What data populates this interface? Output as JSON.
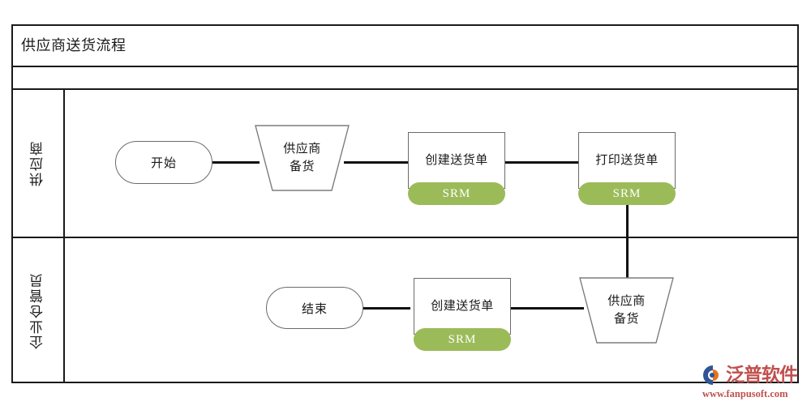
{
  "diagram": {
    "title": "供应商送货流程",
    "type": "swimlane-flowchart",
    "lanes": [
      {
        "id": "lane-supplier",
        "label": "供应商"
      },
      {
        "id": "lane-warehouse",
        "label": "企业仓管员"
      }
    ],
    "nodes": [
      {
        "id": "n1",
        "shape": "terminator",
        "lane": 0,
        "label": "开始"
      },
      {
        "id": "n2",
        "shape": "trapezoid",
        "lane": 0,
        "line1": "供应商",
        "line2": "备货"
      },
      {
        "id": "n3",
        "shape": "process",
        "lane": 0,
        "label": "创建送货单",
        "badge": "SRM"
      },
      {
        "id": "n4",
        "shape": "process",
        "lane": 0,
        "label": "打印送货单",
        "badge": "SRM"
      },
      {
        "id": "n5",
        "shape": "trapezoid",
        "lane": 1,
        "line1": "供应商",
        "line2": "备货"
      },
      {
        "id": "n6",
        "shape": "process",
        "lane": 1,
        "label": "创建送货单",
        "badge": "SRM"
      },
      {
        "id": "n7",
        "shape": "terminator",
        "lane": 1,
        "label": "结束"
      }
    ],
    "edges": [
      {
        "from": "n1",
        "to": "n2"
      },
      {
        "from": "n2",
        "to": "n3"
      },
      {
        "from": "n3",
        "to": "n4"
      },
      {
        "from": "n4",
        "to": "n5"
      },
      {
        "from": "n5",
        "to": "n6"
      },
      {
        "from": "n6",
        "to": "n7"
      }
    ]
  },
  "colors": {
    "badge_green": "#9BBB59",
    "frame_black": "#1a1a1a",
    "shape_outline": "#6b6b6b",
    "connector": "#111111",
    "logo_red": "#C0504D",
    "logo_blue": "#2F5597",
    "logo_orange": "#E8751A"
  },
  "logo": {
    "name": "泛普软件",
    "url": "www.fanpusoft.com"
  }
}
